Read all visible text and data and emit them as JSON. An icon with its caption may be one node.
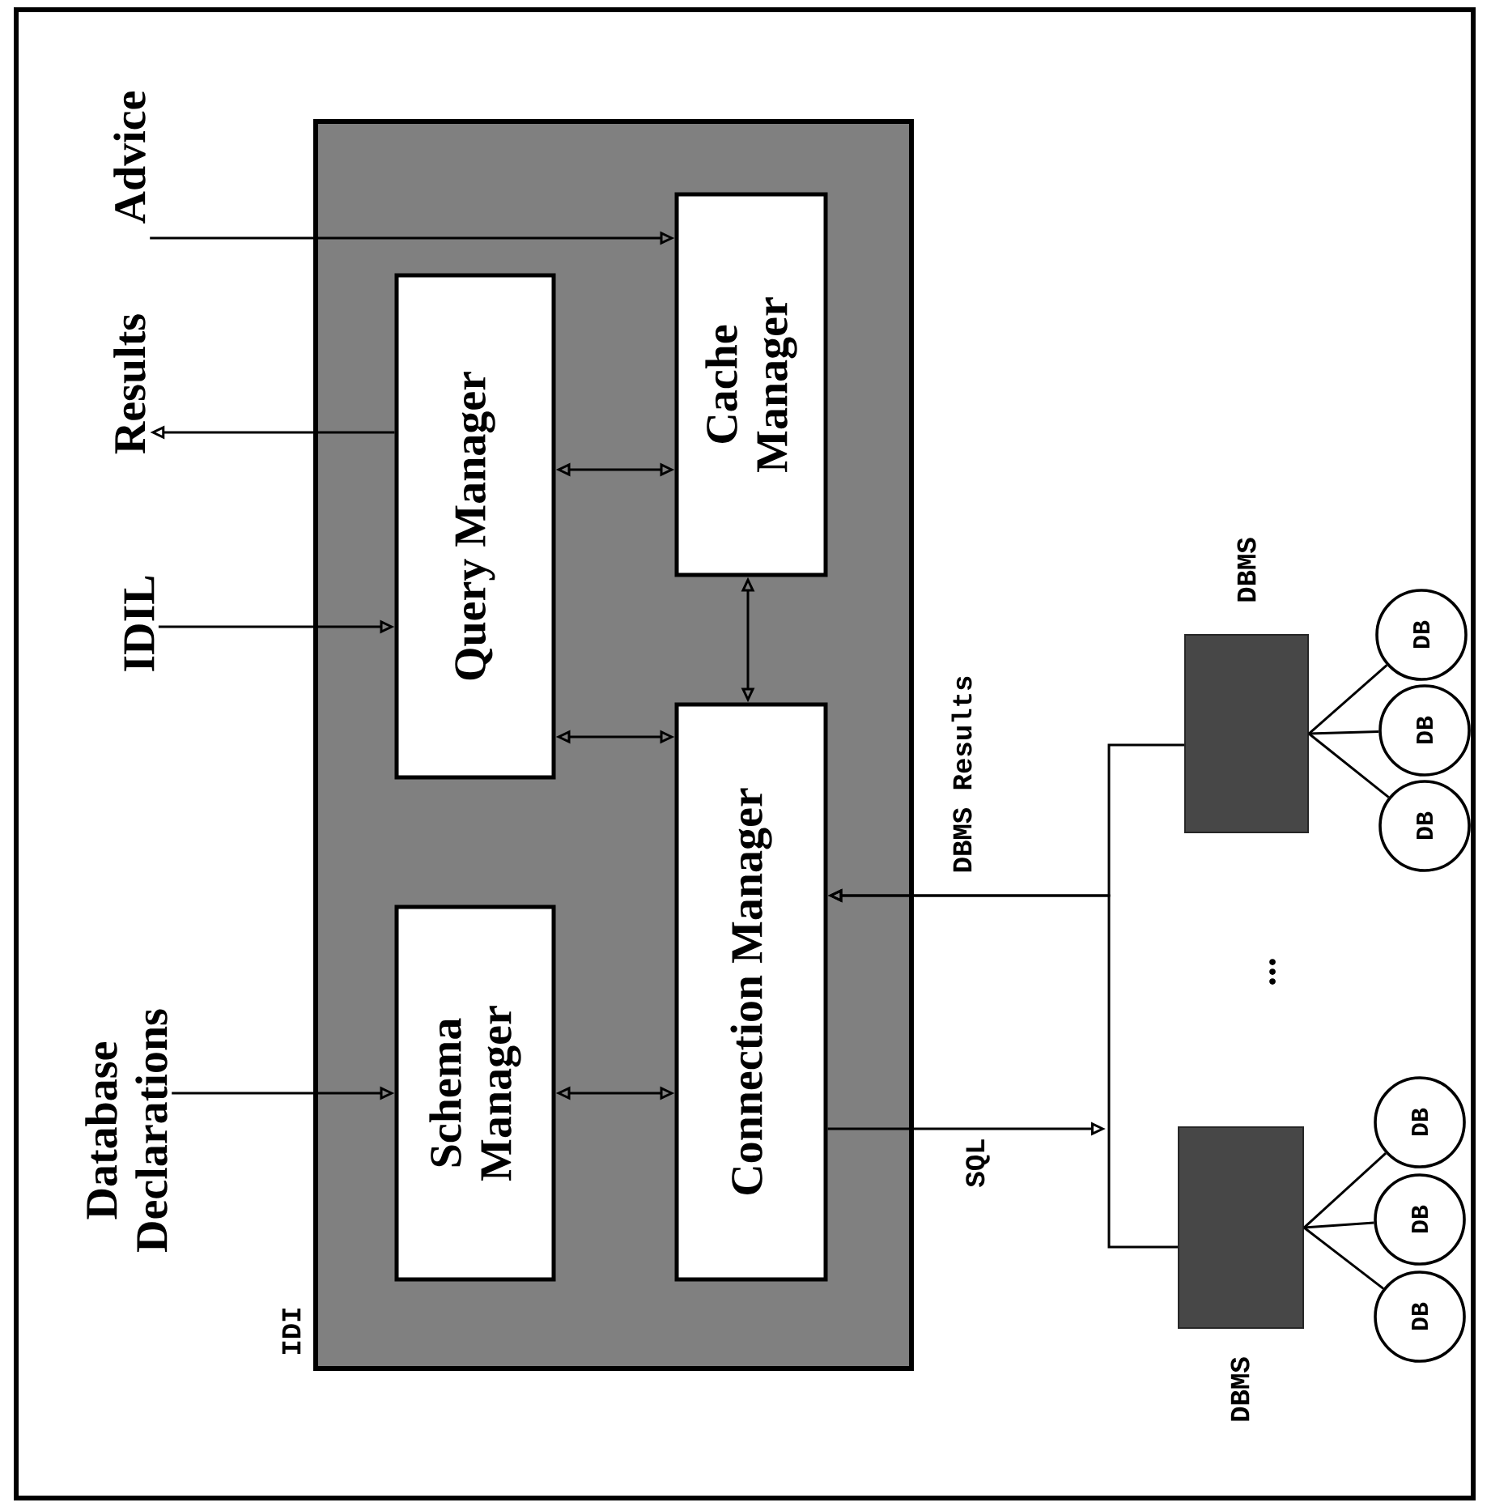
{
  "diagram": {
    "nodes": [
      {
        "text": [
          "IDI"
        ]
      },
      {
        "text": [
          "Query Manager"
        ],
        "in": 0
      },
      {
        "text": [
          "Cache Manager"
        ],
        "in": 0
      },
      {
        "text": [
          "Schema Manager"
        ],
        "in": 0
      },
      {
        "text": [
          "Connection Manager"
        ],
        "in": 0
      },
      {
        "text": [
          "Database Declarations"
        ]
      },
      {
        "text": [
          "IDIL"
        ]
      },
      {
        "text": [
          "Results"
        ]
      },
      {
        "text": [
          "Advice"
        ]
      },
      {
        "text": [
          "DBMS"
        ]
      },
      {
        "text": [
          "DBMS"
        ]
      },
      {
        "text": [
          "DB"
        ]
      },
      {
        "text": [
          "DB"
        ]
      },
      {
        "text": [
          "DB"
        ]
      },
      {
        "text": [
          "DB"
        ]
      },
      {
        "text": [
          "DB"
        ]
      },
      {
        "text": [
          "DB"
        ]
      }
    ],
    "edges": [
      {
        "from": 5,
        "to": 3,
        "arrow": "to"
      },
      {
        "from": 6,
        "to": 1,
        "arrow": "to"
      },
      {
        "from": 1,
        "to": 7,
        "arrow": "to"
      },
      {
        "from": 8,
        "to": 2,
        "arrow": "to"
      },
      {
        "from": 1,
        "to": 2,
        "arrow": "both"
      },
      {
        "from": 1,
        "to": 4,
        "arrow": "both"
      },
      {
        "from": 2,
        "to": 4,
        "arrow": "both"
      },
      {
        "from": 3,
        "to": 4,
        "arrow": "both"
      },
      {
        "from": 4,
        "to": null,
        "arrow": "to",
        "label": "SQL"
      },
      {
        "from": 9,
        "to": 4,
        "arrow": "to",
        "label": "DBMS Results"
      },
      {
        "from": 10,
        "to": 4,
        "arrow": "to"
      },
      {
        "from": 9,
        "to": 11,
        "arrow": "none"
      },
      {
        "from": 9,
        "to": 12,
        "arrow": "none"
      },
      {
        "from": 9,
        "to": 13,
        "arrow": "none"
      },
      {
        "from": 10,
        "to": 14,
        "arrow": "none"
      },
      {
        "from": 10,
        "to": 15,
        "arrow": "none"
      },
      {
        "from": 10,
        "to": 16,
        "arrow": "none"
      }
    ],
    "labels": [
      "..."
    ]
  }
}
